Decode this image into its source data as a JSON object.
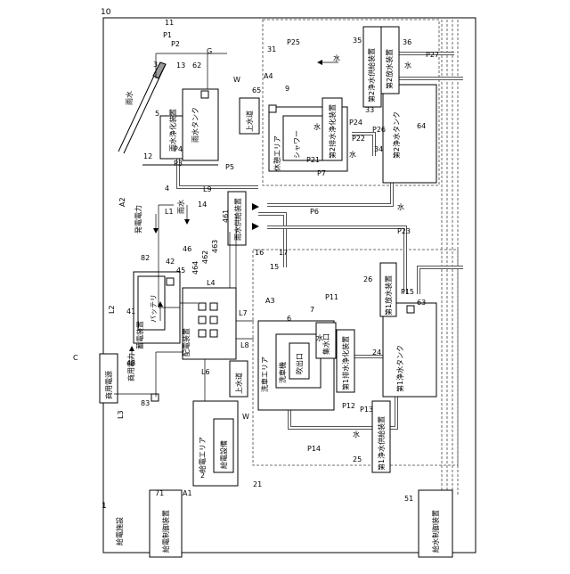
{
  "labels": {
    "ref_10": "10",
    "ref_1": "1",
    "facility": "給電施設",
    "ref_11": "11",
    "ref_P1": "P1",
    "ref_P2": "P2",
    "ref_3": "3",
    "ref_13": "13",
    "ref_62": "62",
    "ref_G": "G",
    "rainwater": "雨水",
    "ref_5": "5",
    "rain_purifier": "雨水浄化装置",
    "ref_12": "12",
    "ref_P3": "P3",
    "ref_P4": "P4",
    "rain_tank": "雨水タンク",
    "ref_W_top": "W",
    "ref_65": "65",
    "tap_water_top": "上水道",
    "ref_A4": "A4",
    "ref_P25": "P25",
    "ref_9": "9",
    "rest_area": "休憩エリア",
    "shower": "シャワー",
    "water_shower": "水",
    "ref_P21": "P21",
    "ref_31": "31",
    "ref_35": "35",
    "ref_36": "36",
    "water_top": "水",
    "water_top2": "水",
    "ref_P27": "P27",
    "second_supply": "第2浄水供給装置",
    "second_discharge": "第2放水装置",
    "ref_33": "33",
    "ref_P24": "P24",
    "second_purifier": "第2排水浄化装置",
    "ref_P22": "P22",
    "ref_P26": "P26",
    "water_mid": "水",
    "second_tank": "第2浄水タンク",
    "ref_64": "64",
    "ref_34": "34",
    "ref_A2": "A2",
    "power_gen": "発電電力",
    "rain_mid": "雨水",
    "ref_4": "4",
    "ref_L9": "L9",
    "ref_14": "14",
    "ref_P5": "P5",
    "ref_P7": "P7",
    "rain_supply": "雨水供給装置",
    "water_right": "水",
    "ref_L1": "L1",
    "ref_46": "46",
    "ref_461": "461",
    "ref_462": "462",
    "ref_463": "463",
    "ref_464": "464",
    "ref_P6": "P6",
    "ref_P23": "P23",
    "ref_16": "16",
    "ref_17": "17",
    "ref_15": "15",
    "ref_82": "82",
    "ref_42": "42",
    "ref_45": "45",
    "battery": "バッテリ",
    "ref_L2": "L2",
    "ref_L4": "L4",
    "ref_P11": "P11",
    "ref_26": "26",
    "ref_A3": "A3",
    "ref_7": "7",
    "ref_6": "6",
    "ref_41": "41",
    "power_storage": "蓄電装置",
    "ref_L7": "L7",
    "ref_L8": "L8",
    "water_collect": "集水口",
    "water_wash": "水",
    "first_discharge": "第1放水装置",
    "ref_P15": "P15",
    "ref_63": "63",
    "commercial_power": "商用電力",
    "ref_43": "43",
    "ref_C": "C",
    "commercial_source": "商用電源",
    "distribution": "配電装置",
    "ref_L3": "L3",
    "ref_83": "83",
    "ref_L6": "L6",
    "tap_water_mid": "上水道",
    "wash_area": "洗車エリア",
    "washer": "洗車機",
    "outlet": "吹出口",
    "first_purifier": "第1排水浄化装置",
    "ref_24": "24",
    "first_tank": "第1浄水タンク",
    "ref_P12": "P12",
    "ref_P13": "P13",
    "ref_W_mid": "W",
    "power_area": "給電エリア",
    "power_equipment": "給電設備",
    "ref_2": "2",
    "first_supply": "第1浄水供給装置",
    "water_bottom": "水",
    "ref_25": "25",
    "ref_P14": "P14",
    "ref_A1": "A1",
    "ref_21": "21",
    "ref_71": "71",
    "power_controller": "給電制御装置",
    "ref_51": "51",
    "water_controller": "給水制御装置"
  }
}
